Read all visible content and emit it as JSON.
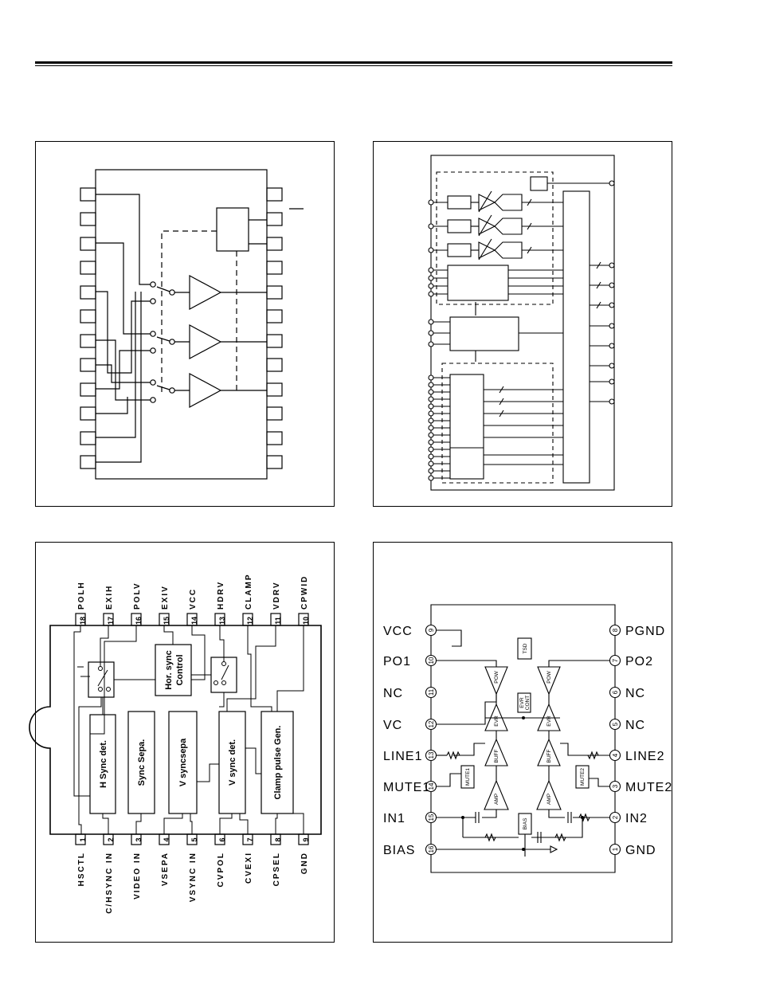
{
  "page": {
    "top_rule": "double"
  },
  "panel_tl": {
    "description_free": true
  },
  "panel_tr": {
    "description_free": true
  },
  "panel_bl": {
    "top_pins": [
      {
        "num": "18",
        "label": "POLH"
      },
      {
        "num": "17",
        "label": "EXIH"
      },
      {
        "num": "16",
        "label": "POLV"
      },
      {
        "num": "15",
        "label": "EXIV"
      },
      {
        "num": "14",
        "label": "VCC"
      },
      {
        "num": "13",
        "label": "HDRV"
      },
      {
        "num": "12",
        "label": "CLAMP"
      },
      {
        "num": "11",
        "label": "VDRV"
      },
      {
        "num": "10",
        "label": "CPWID"
      }
    ],
    "bottom_pins": [
      {
        "num": "1",
        "label": "HSCTL"
      },
      {
        "num": "2",
        "label": "C/HSYNC IN"
      },
      {
        "num": "3",
        "label": "VIDEO IN"
      },
      {
        "num": "4",
        "label": "VSEPA"
      },
      {
        "num": "5",
        "label": "VSYNC IN"
      },
      {
        "num": "6",
        "label": "CVPOL"
      },
      {
        "num": "7",
        "label": "CVEXI"
      },
      {
        "num": "8",
        "label": "CPSEL"
      },
      {
        "num": "9",
        "label": "GND"
      }
    ],
    "blocks": {
      "hor_sync_1": "Hor. sync",
      "hor_sync_2": "Control",
      "h_sync_det": "H Sync det.",
      "sync_sepa": "Sync Sepa.",
      "v_syncsepa": "V syncsepa",
      "v_sync_det": "V sync det.",
      "clamp_gen": "Clamp pulse Gen."
    }
  },
  "panel_br": {
    "left_pins": [
      {
        "num": "9",
        "label": "VCC"
      },
      {
        "num": "10",
        "label": "PO1"
      },
      {
        "num": "11",
        "label": "NC"
      },
      {
        "num": "12",
        "label": "VC"
      },
      {
        "num": "13",
        "label": "LINE1"
      },
      {
        "num": "14",
        "label": "MUTE1"
      },
      {
        "num": "15",
        "label": "IN1"
      },
      {
        "num": "16",
        "label": "BIAS"
      }
    ],
    "right_pins": [
      {
        "num": "8",
        "label": "PGND"
      },
      {
        "num": "7",
        "label": "PO2"
      },
      {
        "num": "6",
        "label": "NC"
      },
      {
        "num": "5",
        "label": "NC"
      },
      {
        "num": "4",
        "label": "LINE2"
      },
      {
        "num": "3",
        "label": "MUTE2"
      },
      {
        "num": "2",
        "label": "IN2"
      },
      {
        "num": "1",
        "label": "GND"
      }
    ],
    "blocks": {
      "tsd": "TSD",
      "pow": "POW",
      "evr": "EVR",
      "evr_cont_1": "EVR",
      "evr_cont_2": "CONT",
      "buff": "BUFF",
      "amp": "AMP",
      "mute1": "MUTE1",
      "mute2": "MUTE2",
      "bias": "BIAS"
    }
  }
}
